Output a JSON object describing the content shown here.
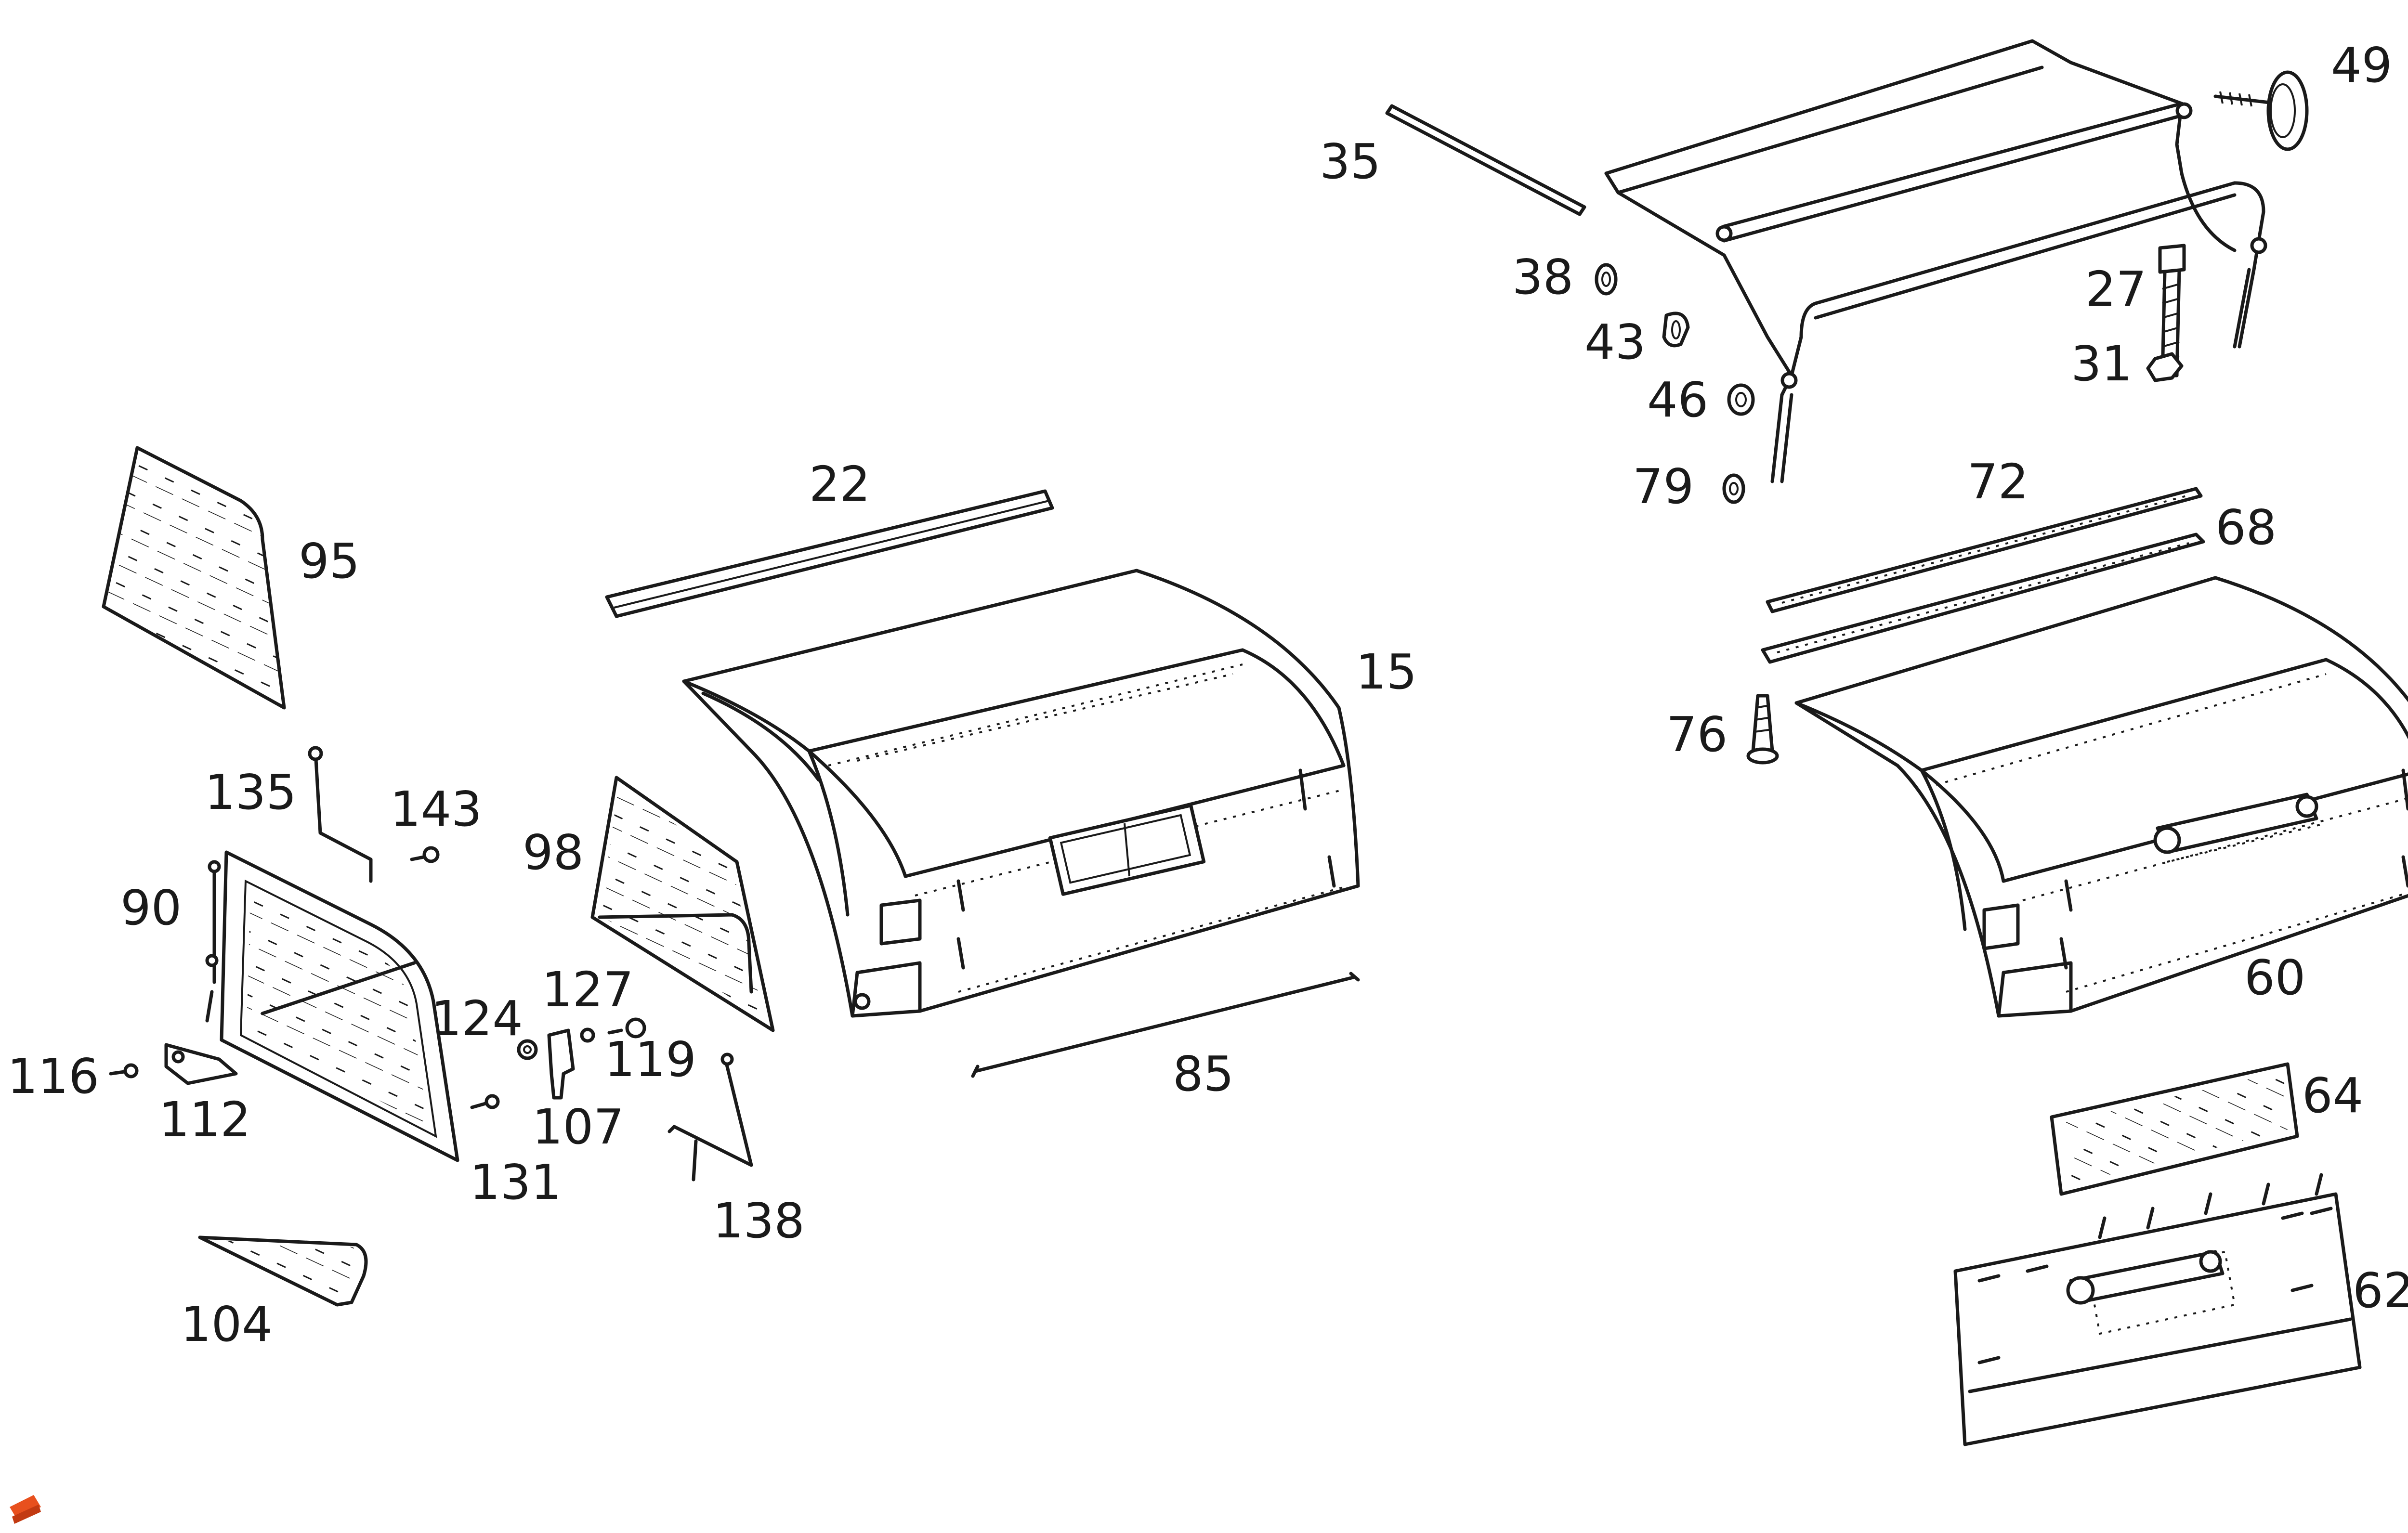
{
  "diagram": {
    "part_labels": {
      "p95": "95",
      "p135": "135",
      "p143": "143",
      "p90": "90",
      "p116": "116",
      "p112": "112",
      "p124": "124",
      "p131": "131",
      "p127": "127",
      "p119": "119",
      "p107": "107",
      "p98": "98",
      "p138": "138",
      "p104": "104",
      "p22": "22",
      "p15": "15",
      "p85": "85",
      "p35": "35",
      "p38": "38",
      "p43": "43",
      "p46": "46",
      "p79": "79",
      "p49": "49",
      "p27": "27",
      "p31": "31",
      "p72": "72",
      "p68": "68",
      "p76": "76",
      "p60": "60",
      "p64": "64",
      "p62": "62"
    }
  },
  "colors": {
    "line": "#1a1a1a",
    "background": "#ffffff",
    "logo": "#e8501e"
  }
}
